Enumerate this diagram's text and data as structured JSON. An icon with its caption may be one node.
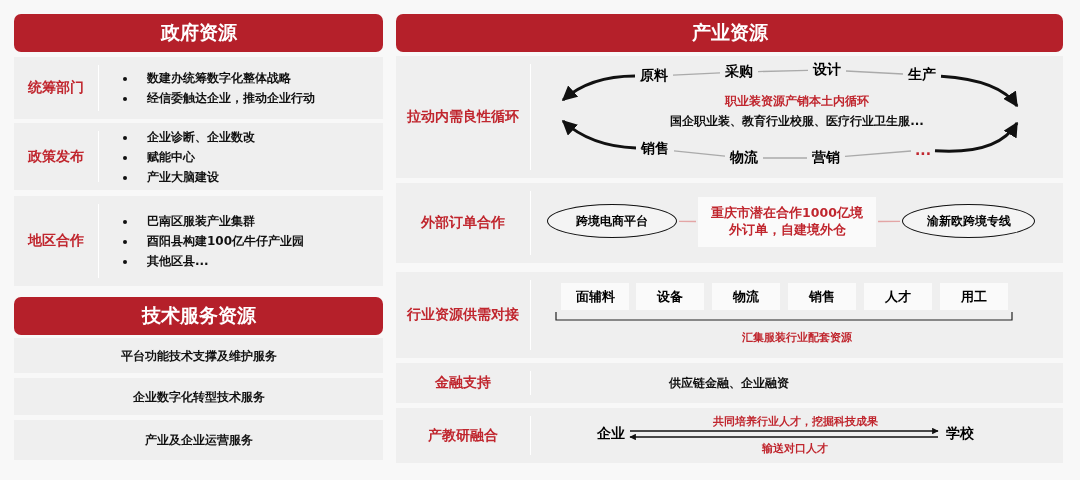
{
  "diagram": {
    "nodes": [
      {
        "text": [
          "政府资源"
        ]
      },
      {
        "text": [
          "统筹部门",
          "数建办统筹数字化整体战略",
          "经信委触达企业，推动企业行动"
        ]
      },
      {
        "text": [
          "政策发布",
          "企业诊断、企业数改",
          "赋能中心",
          "产业大脑建设"
        ]
      },
      {
        "text": [
          "地区合作",
          "巴南区服装产业集群",
          "酉阳县构建100亿牛仔产业园",
          "其他区县..."
        ]
      },
      {
        "text": [
          "技术服务资源"
        ]
      },
      {
        "text": [
          "平台功能技术支撑及维护服务"
        ]
      },
      {
        "text": [
          "企业数字化转型技术服务"
        ]
      },
      {
        "text": [
          "产业及企业运营服务"
        ]
      },
      {
        "text": [
          "产业资源"
        ]
      },
      {
        "text": [
          "拉动内需良性循环",
          "职业装资源产销本土内循环",
          "国企职业装、教育行业校服、医疗行业卫生服..."
        ]
      },
      {
        "text": [
          "原料"
        ],
        "in": 9
      },
      {
        "text": [
          "采购"
        ],
        "in": 9
      },
      {
        "text": [
          "设计"
        ],
        "in": 9
      },
      {
        "text": [
          "生产"
        ],
        "in": 9
      },
      {
        "text": [
          "销售"
        ],
        "in": 9
      },
      {
        "text": [
          "物流"
        ],
        "in": 9
      },
      {
        "text": [
          "营销"
        ],
        "in": 9
      },
      {
        "text": [
          "..."
        ],
        "in": 9
      },
      {
        "text": [
          "外部订单合作"
        ]
      },
      {
        "text": [
          "跨境电商平台"
        ],
        "in": 18
      },
      {
        "text": [
          "重庆市潜在合作1000亿境外订单，自建境外仓"
        ],
        "in": 18
      },
      {
        "text": [
          "渝新欧跨境专线"
        ],
        "in": 18
      },
      {
        "text": [
          "行业资源供需对接"
        ]
      },
      {
        "text": [
          "面辅料"
        ],
        "in": 22
      },
      {
        "text": [
          "设备"
        ],
        "in": 22
      },
      {
        "text": [
          "物流"
        ],
        "in": 22
      },
      {
        "text": [
          "销售"
        ],
        "in": 22
      },
      {
        "text": [
          "人才"
        ],
        "in": 22
      },
      {
        "text": [
          "用工"
        ],
        "in": 22
      },
      {
        "text": [
          "金融支持",
          "供应链金融、企业融资"
        ]
      },
      {
        "text": [
          "产教研融合"
        ]
      },
      {
        "text": [
          "企业"
        ],
        "in": 30
      },
      {
        "text": [
          "学校"
        ],
        "in": 30
      }
    ],
    "edges": [
      {
        "from": 10,
        "to": 11,
        "arrow": "none",
        "color": "#aaaaaa"
      },
      {
        "from": 11,
        "to": 12,
        "arrow": "none",
        "color": "#aaaaaa"
      },
      {
        "from": 12,
        "to": 13,
        "arrow": "none",
        "color": "#aaaaaa"
      },
      {
        "from": 14,
        "to": 15,
        "arrow": "none",
        "color": "#aaaaaa"
      },
      {
        "from": 15,
        "to": 16,
        "arrow": "none",
        "color": "#aaaaaa"
      },
      {
        "from": 16,
        "to": 17,
        "arrow": "none",
        "color": "#aaaaaa"
      },
      {
        "from": 10,
        "to": null,
        "arrow": "to",
        "style": "thick",
        "color": "#111111"
      },
      {
        "from": 13,
        "to": null,
        "arrow": "to",
        "style": "thick",
        "color": "#111111"
      },
      {
        "from": 17,
        "to": null,
        "arrow": "to",
        "style": "thick",
        "color": "#111111"
      },
      {
        "from": 14,
        "to": null,
        "arrow": "to",
        "style": "thick",
        "color": "#111111"
      },
      {
        "from": 19,
        "to": 20,
        "arrow": "none",
        "color": "#e3a5a5"
      },
      {
        "from": 20,
        "to": 21,
        "arrow": "none",
        "color": "#e3a5a5"
      },
      {
        "from": 31,
        "to": 32,
        "arrow": "to",
        "label": "共同培养行业人才，挖掘科技成果",
        "color": "#111111"
      },
      {
        "from": 32,
        "to": 31,
        "arrow": "to",
        "label": "输送对口人才",
        "color": "#111111"
      }
    ],
    "labels": [
      "汇集服装行业配套资源"
    ]
  }
}
